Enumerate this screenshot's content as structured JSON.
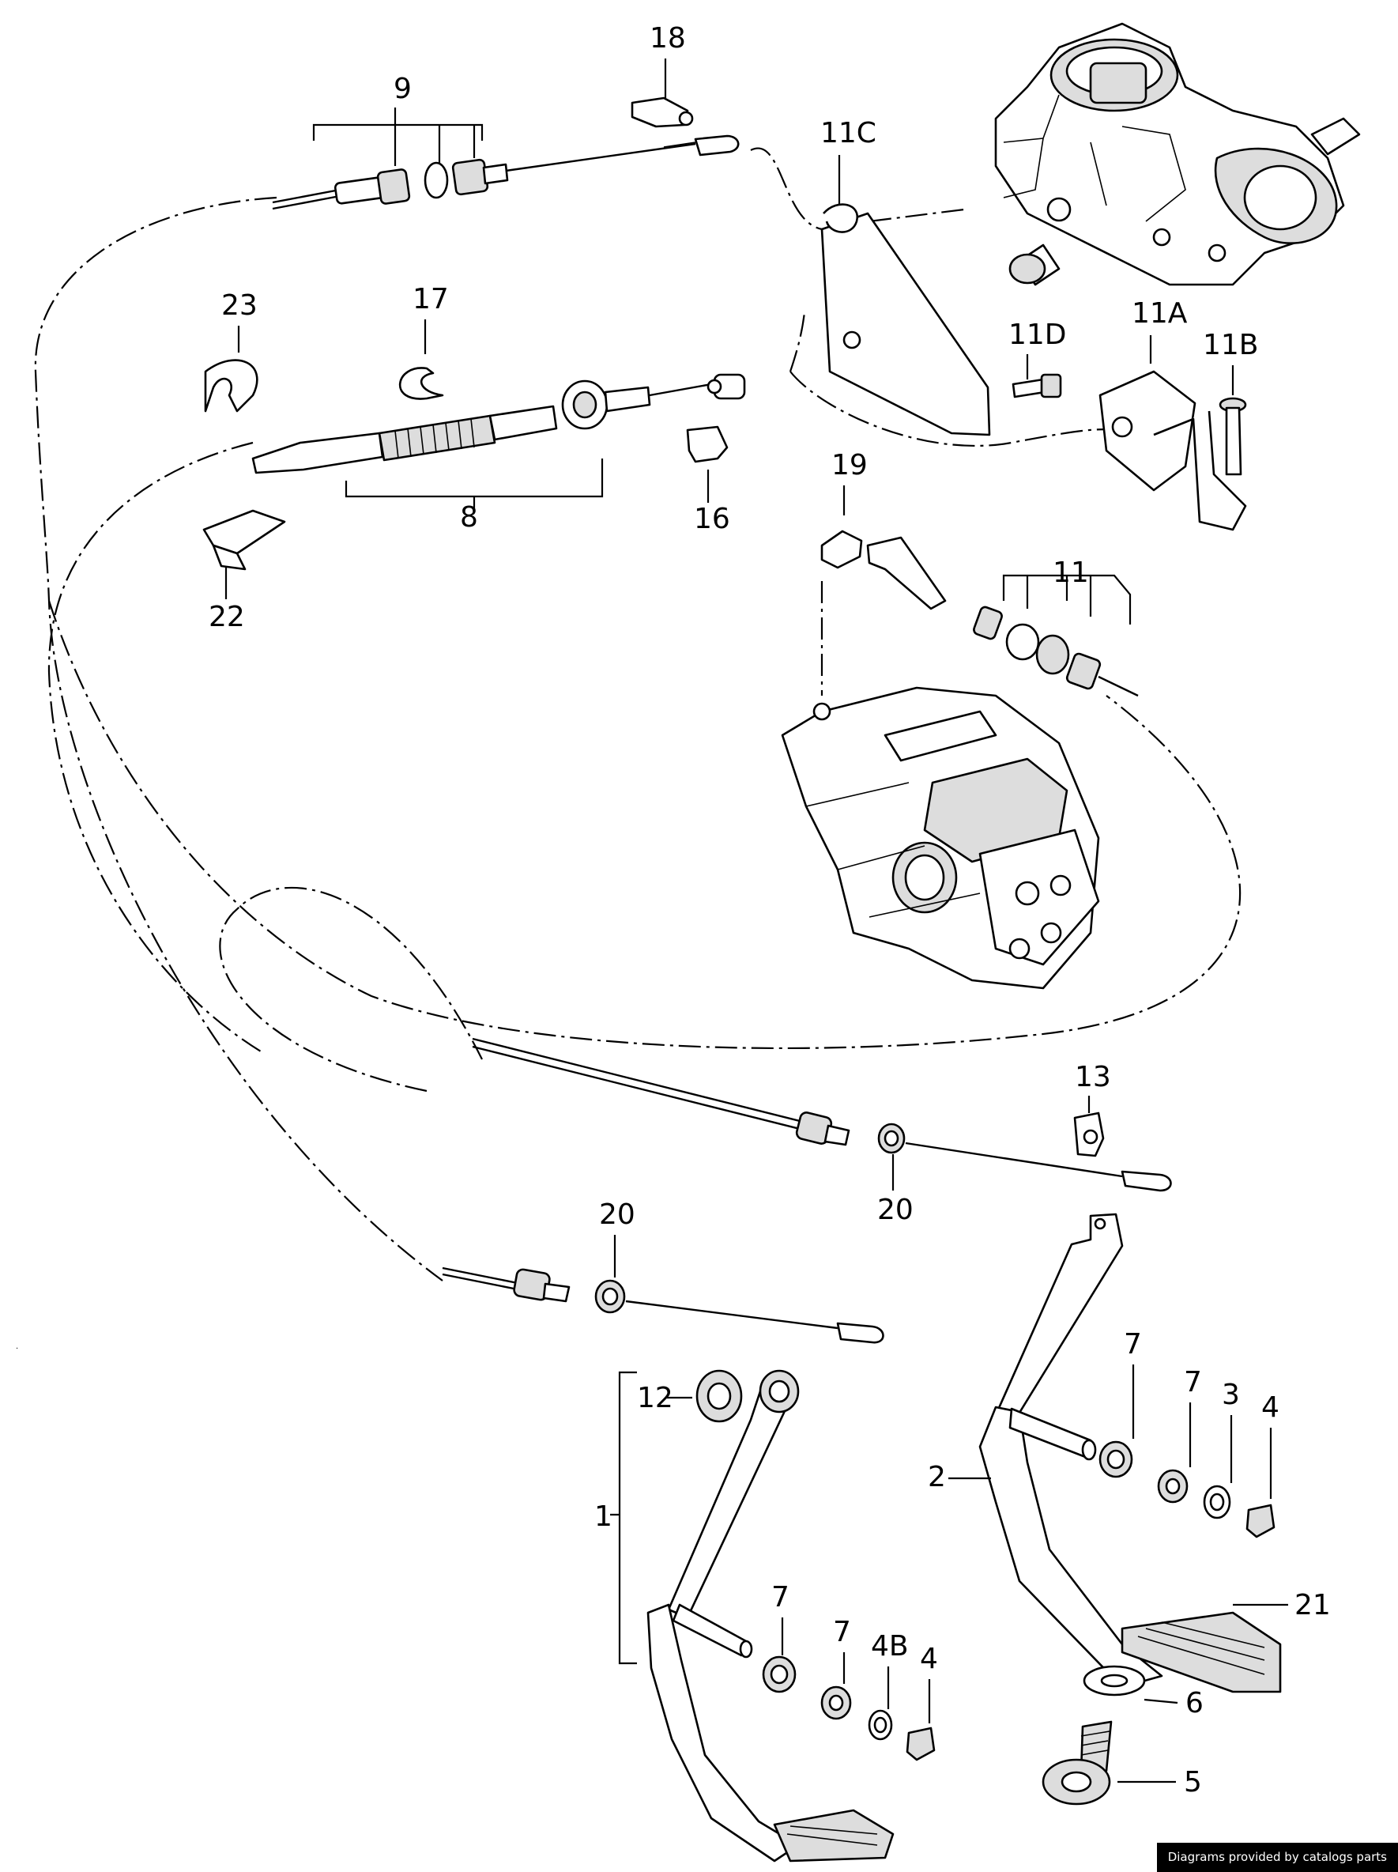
{
  "labels": {
    "l1": "1",
    "l2": "2",
    "l3": "3",
    "l4a": "4",
    "l4b": "4",
    "l4B": "4B",
    "l5": "5",
    "l6": "6",
    "l7a": "7",
    "l7b": "7",
    "l7c": "7",
    "l7d": "7",
    "l8": "8",
    "l9": "9",
    "l11": "11",
    "l11A": "11A",
    "l11B": "11B",
    "l11C": "11C",
    "l11D": "11D",
    "l12": "12",
    "l13": "13",
    "l16": "16",
    "l17": "17",
    "l18": "18",
    "l19": "19",
    "l20a": "20",
    "l20b": "20",
    "l21": "21",
    "l22": "22",
    "l23": "23"
  },
  "footer": {
    "credit": "Diagrams provided by catalogs parts"
  }
}
